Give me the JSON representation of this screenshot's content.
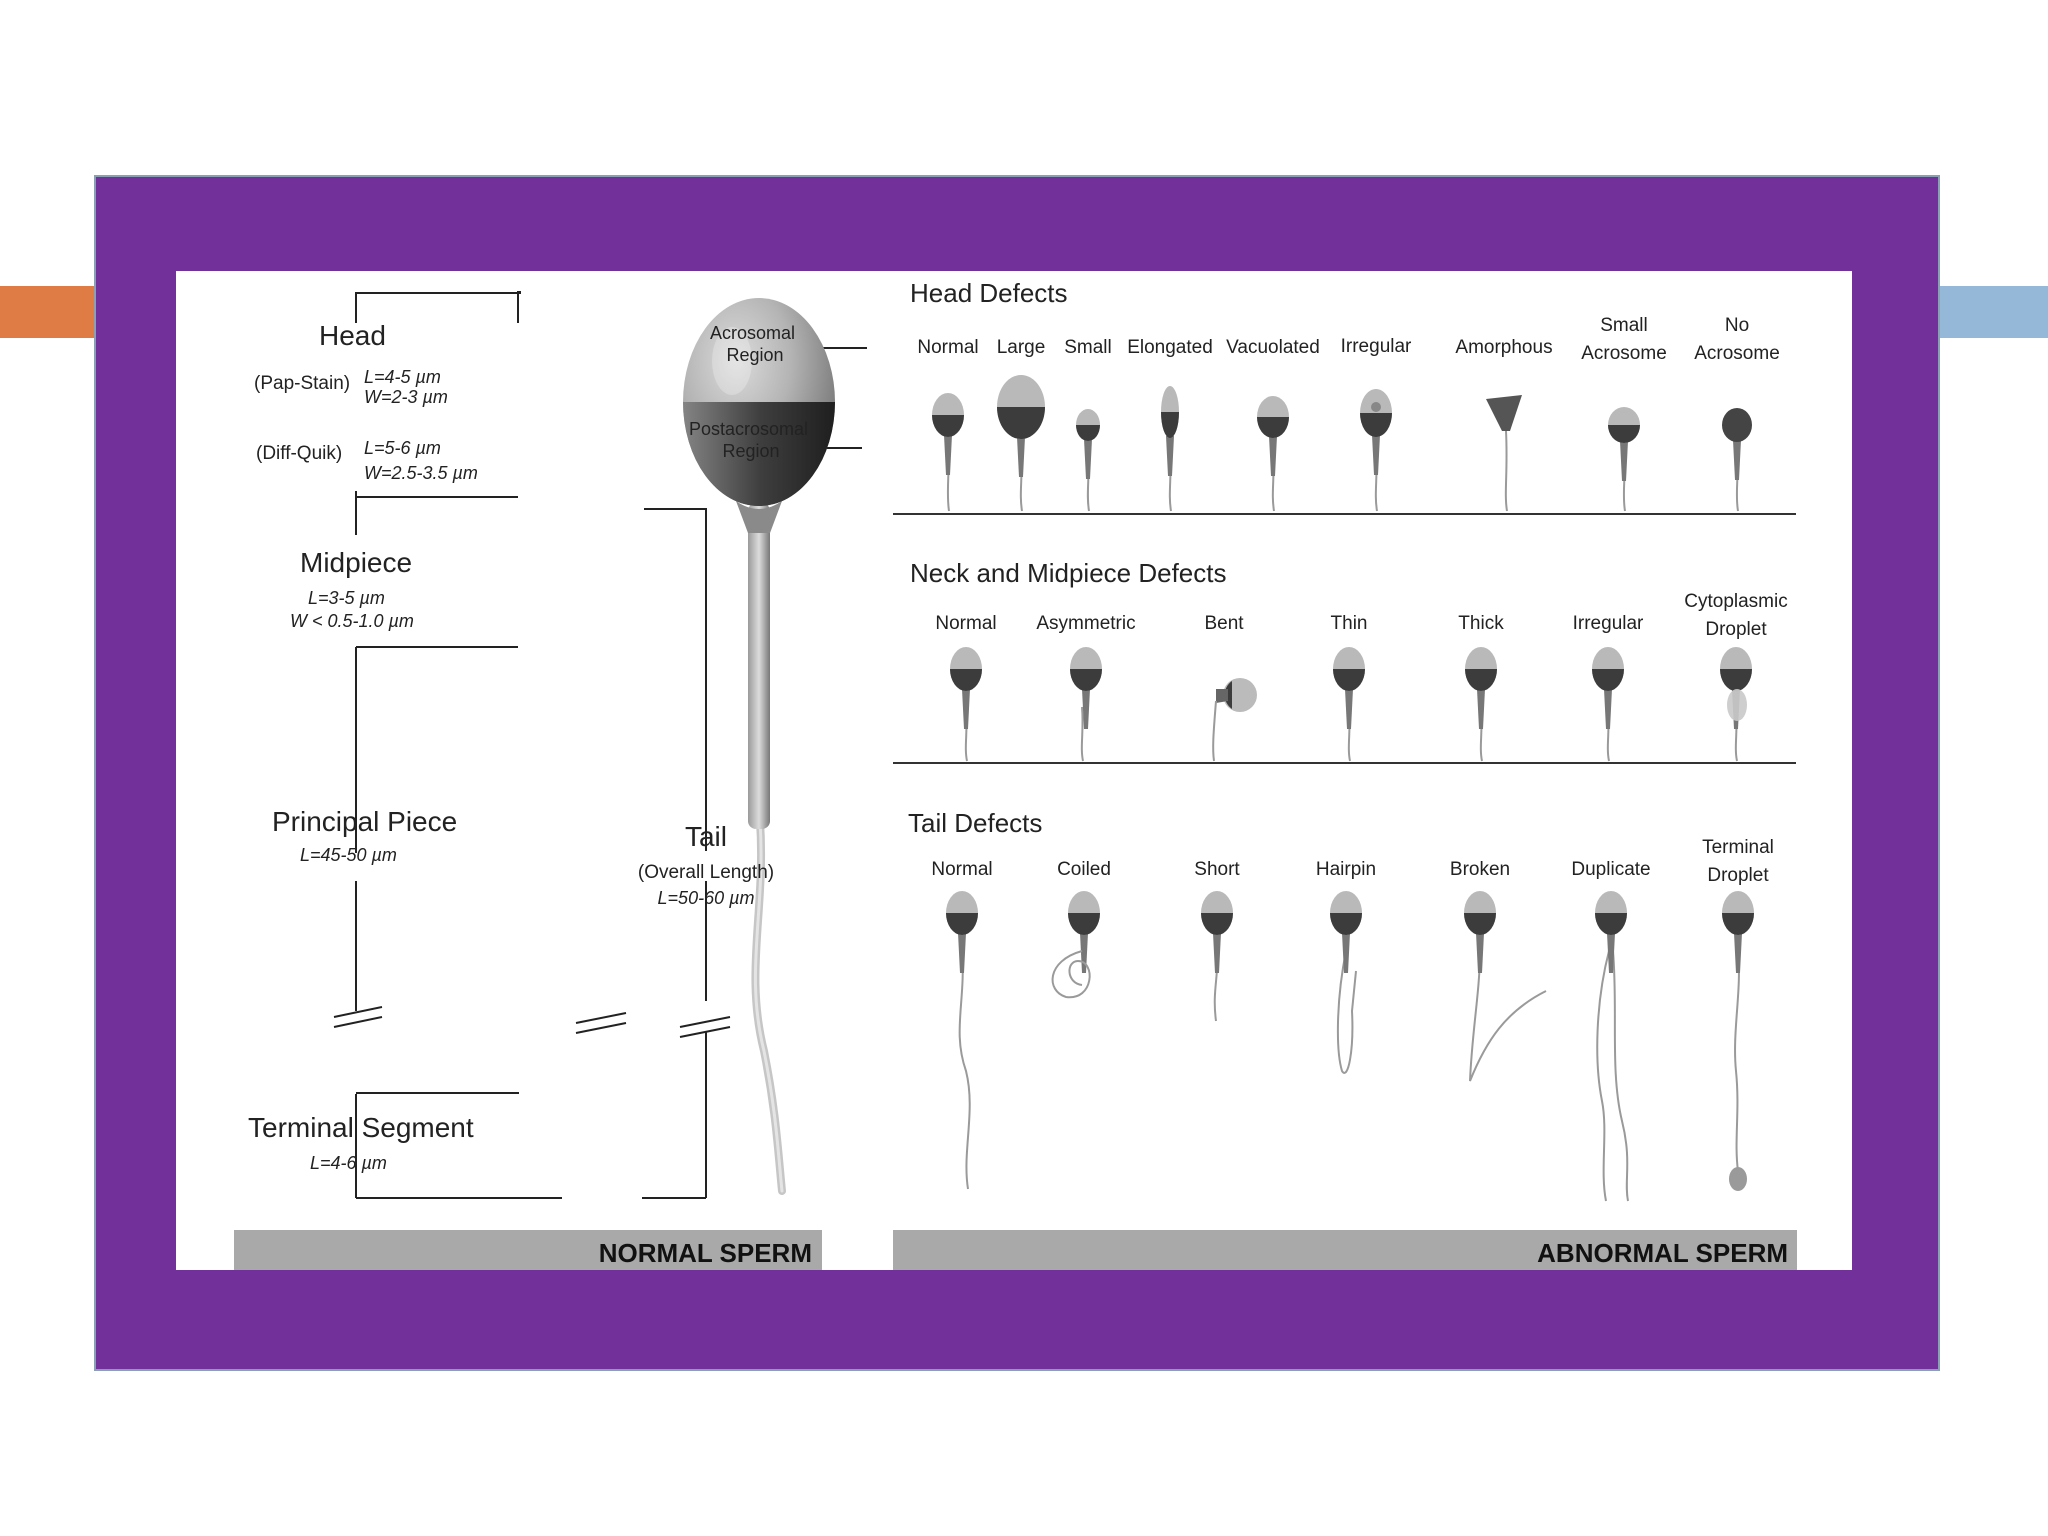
{
  "colors": {
    "frame_purple": "#72309b",
    "orange_bar": "#df7b45",
    "blue_bar": "#95b7d8",
    "banner_gray": "#a9a9a9"
  },
  "normal": {
    "head": "Head",
    "pap_stain": "(Pap-Stain)",
    "pap_l": "L=4-5 µm",
    "pap_w": "W=2-3 µm",
    "diff_quik": "(Diff-Quik)",
    "diff_l": "L=5-6 µm",
    "diff_w": "W=2.5-3.5 µm",
    "acrosomal": [
      "Acrosomal",
      "Region"
    ],
    "postacrosomal": [
      "Postacrosomal",
      "Region"
    ],
    "midpiece": "Midpiece",
    "mid_l": "L=3-5 µm",
    "mid_w": "W < 0.5-1.0 µm",
    "principal": "Principal Piece",
    "principal_l": "L=45-50 µm",
    "tail": "Tail",
    "tail_overall": "(Overall Length)",
    "tail_l": "L=50-60 µm",
    "terminal": "Terminal Segment",
    "terminal_l": "L=4-6 µm",
    "banner": "NORMAL SPERM"
  },
  "abnormal": {
    "head_title": "Head Defects",
    "head_items": [
      "Normal",
      "Large",
      "Small",
      "Elongated",
      "Vacuolated",
      "Irregular",
      "Amorphous",
      "Small Acrosome",
      "No Acrosome"
    ],
    "neck_title": "Neck and Midpiece Defects",
    "neck_items": [
      "Normal",
      "Asymmetric",
      "Bent",
      "Thin",
      "Thick",
      "Irregular",
      "Cytoplasmic Droplet"
    ],
    "tail_title": "Tail Defects",
    "tail_items": [
      "Normal",
      "Coiled",
      "Short",
      "Hairpin",
      "Broken",
      "Duplicate",
      "Terminal Droplet"
    ],
    "banner": "ABNORMAL SPERM"
  }
}
